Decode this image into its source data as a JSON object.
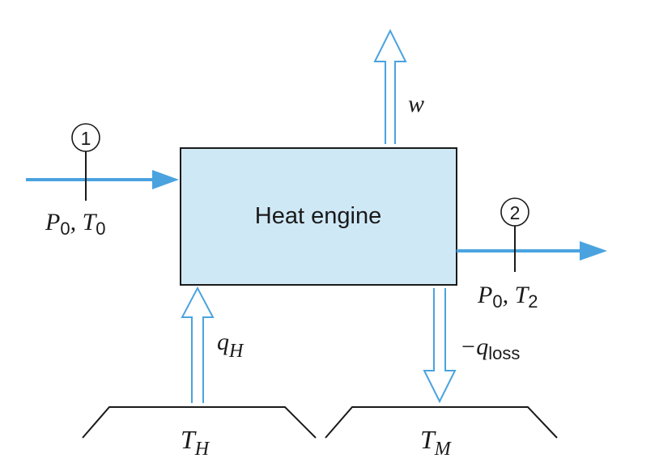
{
  "engine": {
    "label": "Heat engine",
    "fill": "#cfe8f6",
    "stroke": "#1a1a1a"
  },
  "arrow_color": "#4aa3df",
  "work": {
    "label": "w"
  },
  "inlet": {
    "state_number": "1",
    "pressure": "P",
    "pressure_sub": "0",
    "separator": ", ",
    "temperature": "T",
    "temperature_sub": "0"
  },
  "outlet": {
    "state_number": "2",
    "pressure": "P",
    "pressure_sub": "0",
    "separator": ", ",
    "temperature": "T",
    "temperature_sub": "2"
  },
  "heat_in": {
    "symbol": "q",
    "sub": "H"
  },
  "heat_loss": {
    "prefix": "−q",
    "sub": "loss"
  },
  "reservoirs": [
    {
      "symbol": "T",
      "sub": "H"
    },
    {
      "symbol": "T",
      "sub": "M"
    }
  ]
}
